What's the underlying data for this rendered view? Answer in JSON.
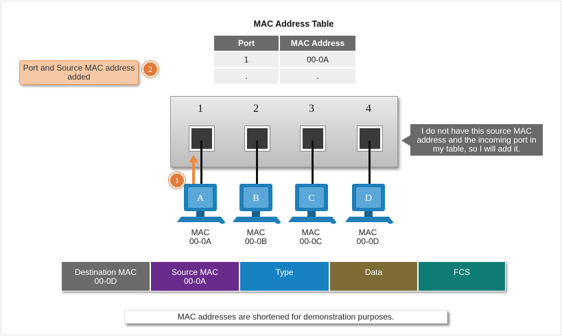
{
  "mac_table": {
    "title": "MAC Address Table",
    "headers": [
      "Port",
      "MAC Address"
    ],
    "rows": [
      [
        "1",
        "00-0A"
      ],
      [
        ".",
        "."
      ]
    ]
  },
  "callout": {
    "text": "Port and Source MAC address added",
    "step": "2"
  },
  "switch": {
    "ports": [
      "1",
      "2",
      "3",
      "4"
    ]
  },
  "tooltip": {
    "text": "I do not have this source MAC address and the incoming port in my table, so I will add it."
  },
  "arrow_step": "1",
  "hosts": [
    {
      "letter": "A",
      "mac_label": "MAC",
      "mac": "00-0A"
    },
    {
      "letter": "B",
      "mac_label": "MAC",
      "mac": "00-0B"
    },
    {
      "letter": "C",
      "mac_label": "MAC",
      "mac": "00-0C"
    },
    {
      "letter": "D",
      "mac_label": "MAC",
      "mac": "00-0D"
    }
  ],
  "frame": [
    {
      "label": "Destination MAC",
      "value": "00-0D",
      "color": "#6b6b6b"
    },
    {
      "label": "Source MAC",
      "value": "00-0A",
      "color": "#6a2c8c"
    },
    {
      "label": "Type",
      "value": "",
      "color": "#1782c1"
    },
    {
      "label": "Data",
      "value": "",
      "color": "#7d6c35"
    },
    {
      "label": "FCS",
      "value": "",
      "color": "#0f7d75"
    }
  ],
  "note": "MAC addresses are shortened for demonstration purposes.",
  "colors": {
    "accent": "#e07b39",
    "port_arrow": "#f0893c",
    "computer": "#1f7fb8"
  }
}
